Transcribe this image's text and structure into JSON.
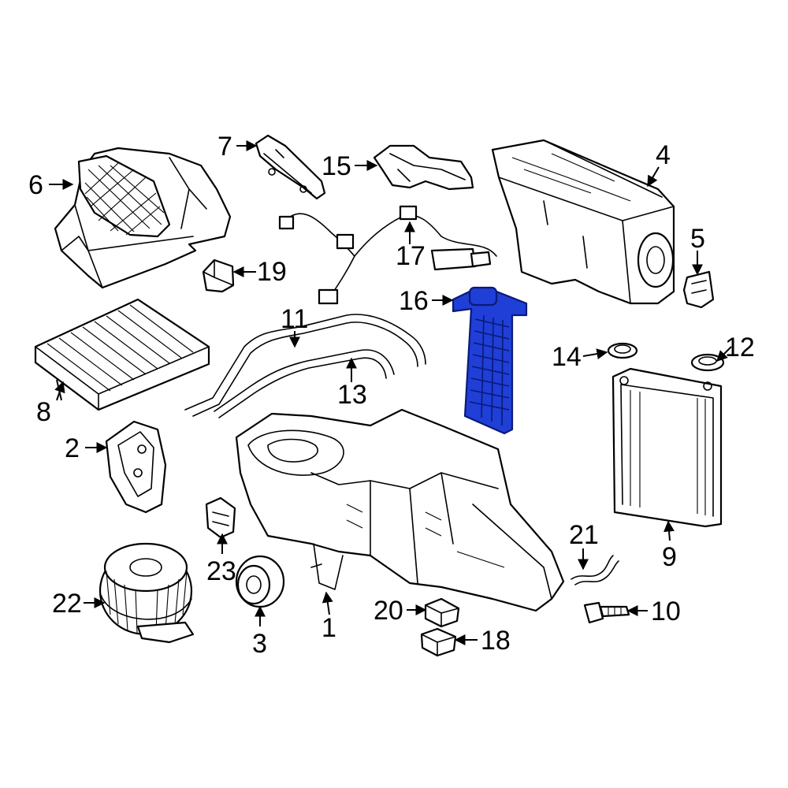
{
  "colors": {
    "highlight": "#1f3fd6",
    "line": "#000000",
    "background": "#ffffff"
  },
  "callouts": [
    {
      "id": "1",
      "label": "1",
      "part": "housing"
    },
    {
      "id": "2",
      "label": "2",
      "part": "seal-plate"
    },
    {
      "id": "3",
      "label": "3",
      "part": "motor-mount"
    },
    {
      "id": "4",
      "label": "4",
      "part": "upper-case"
    },
    {
      "id": "5",
      "label": "5",
      "part": "actuator"
    },
    {
      "id": "6",
      "label": "6",
      "part": "blower-housing"
    },
    {
      "id": "7",
      "label": "7",
      "part": "bracket"
    },
    {
      "id": "8",
      "label": "8",
      "part": "cabin-filter"
    },
    {
      "id": "9",
      "label": "9",
      "part": "heater-core"
    },
    {
      "id": "10",
      "label": "10",
      "part": "screw"
    },
    {
      "id": "11",
      "label": "11",
      "part": "tube-upper"
    },
    {
      "id": "12",
      "label": "12",
      "part": "seal-right"
    },
    {
      "id": "13",
      "label": "13",
      "part": "tube-lower"
    },
    {
      "id": "14",
      "label": "14",
      "part": "seal-left"
    },
    {
      "id": "15",
      "label": "15",
      "part": "duct"
    },
    {
      "id": "16",
      "label": "16",
      "part": "highlighted-core"
    },
    {
      "id": "17",
      "label": "17",
      "part": "wire-harness"
    },
    {
      "id": "18",
      "label": "18",
      "part": "sensor"
    },
    {
      "id": "19",
      "label": "19",
      "part": "clip"
    },
    {
      "id": "20",
      "label": "20",
      "part": "resistor"
    },
    {
      "id": "21",
      "label": "21",
      "part": "drain-hose"
    },
    {
      "id": "22",
      "label": "22",
      "part": "blower-motor"
    },
    {
      "id": "23",
      "label": "23",
      "part": "mount-clip"
    }
  ]
}
